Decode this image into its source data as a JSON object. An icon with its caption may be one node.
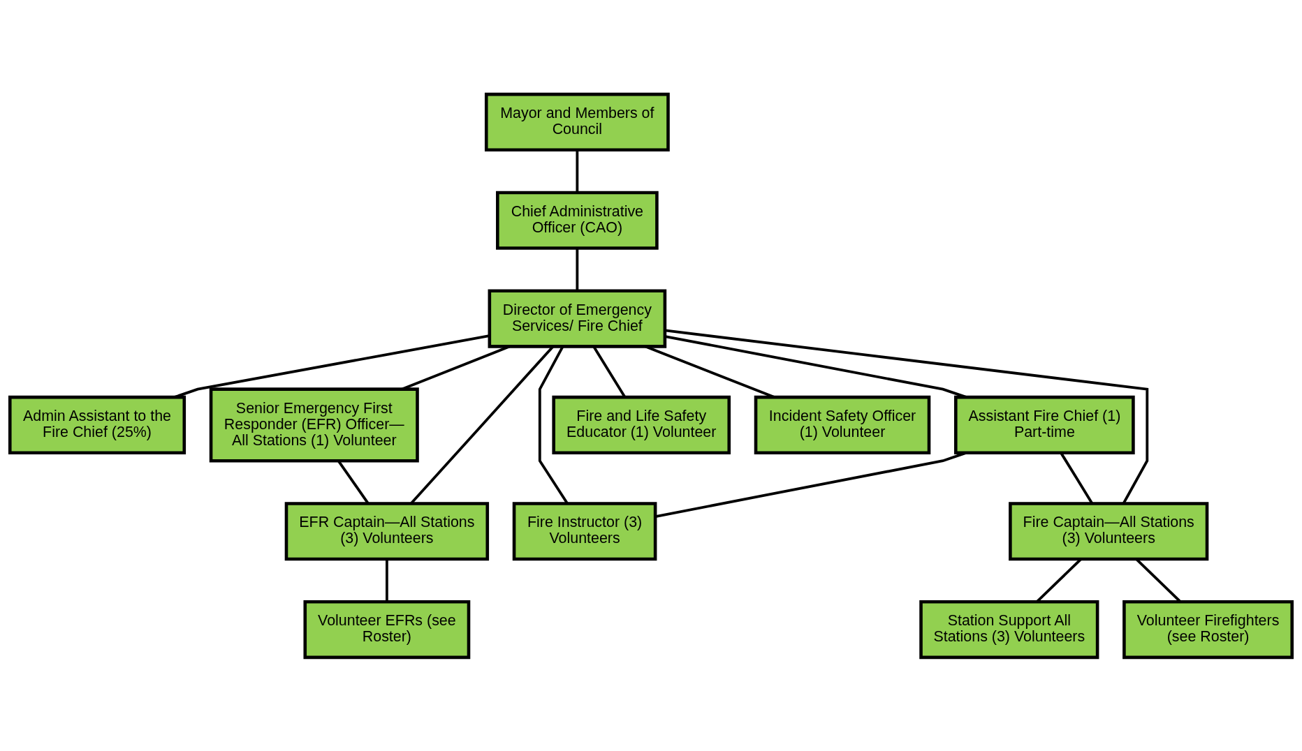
{
  "diagram": {
    "nodes": [
      {
        "text": [
          "Mayor and Members of Council"
        ]
      },
      {
        "text": [
          "Chief Administrative Officer (CAO)"
        ]
      },
      {
        "text": [
          "Admin Assistant to the Fire Chief (25%)"
        ]
      },
      {
        "text": [
          "Director of Emergency Services/ Fire Chief"
        ]
      },
      {
        "text": [
          "Senior Emergency First Responder (EFR) Officer— All Stations (1) Volunteer"
        ]
      },
      {
        "text": [
          "Assistant Fire Chief (1) Part-time"
        ]
      },
      {
        "text": [
          "EFR Captain—All Stations (3) Volunteers"
        ]
      },
      {
        "text": [
          "Fire and Life Safety Educator (1) Volunteer"
        ]
      },
      {
        "text": [
          "Incident Safety Officer (1) Volunteer"
        ]
      },
      {
        "text": [
          "Fire Instructor (3) Volunteers"
        ]
      },
      {
        "text": [
          "Fire Captain—All Stations (3) Volunteers"
        ]
      },
      {
        "text": [
          "Volunteer EFRs (see Roster)"
        ]
      },
      {
        "text": [
          "Volunteer Firefighters (see Roster)"
        ]
      },
      {
        "text": [
          "Station Support All Stations (3) Volunteers"
        ]
      }
    ],
    "edges": [
      {
        "from": 0,
        "to": 1,
        "arrow": "none"
      },
      {
        "from": 1,
        "to": 3,
        "arrow": "none"
      },
      {
        "from": 3,
        "to": 2,
        "arrow": "none"
      },
      {
        "from": 3,
        "to": 4,
        "arrow": "none"
      },
      {
        "from": 3,
        "to": 5,
        "arrow": "none"
      },
      {
        "from": 3,
        "to": 6,
        "arrow": "none"
      },
      {
        "from": 3,
        "to": 7,
        "arrow": "none"
      },
      {
        "from": 3,
        "to": 8,
        "arrow": "none"
      },
      {
        "from": 3,
        "to": 9,
        "arrow": "none"
      },
      {
        "from": 3,
        "to": 10,
        "arrow": "none"
      },
      {
        "from": 5,
        "to": 9,
        "arrow": "none"
      },
      {
        "from": 5,
        "to": 10,
        "arrow": "none"
      },
      {
        "from": 4,
        "to": 6,
        "arrow": "none"
      },
      {
        "from": 6,
        "to": 11,
        "arrow": "none"
      },
      {
        "from": 10,
        "to": 12,
        "arrow": "none"
      },
      {
        "from": 10,
        "to": 13,
        "arrow": "none"
      }
    ]
  }
}
